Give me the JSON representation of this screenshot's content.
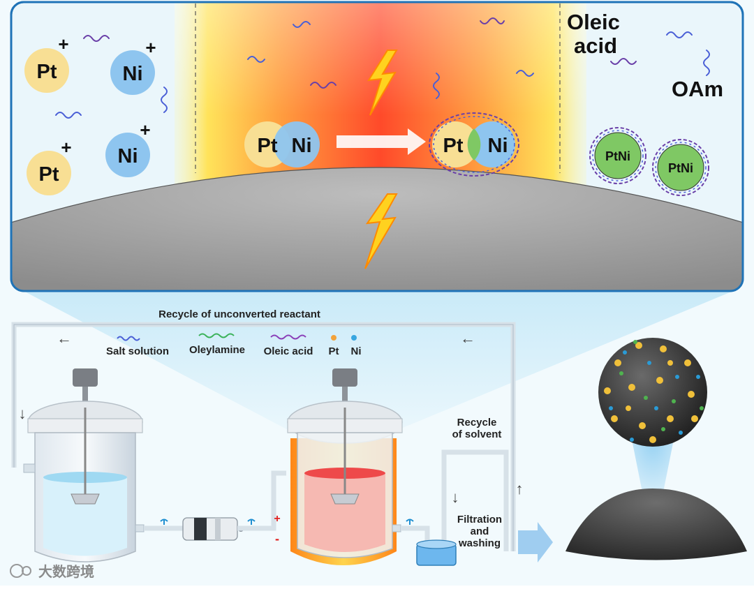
{
  "colors": {
    "panel_border": "#1f73b7",
    "panel_bg": "#eaf6fb",
    "heat_red": "#ff4a2a",
    "heat_yellow": "#ffe35a",
    "pt_fill": "#f8df94",
    "ni_fill": "#8ec5ef",
    "alloy_fill": "#7fc864",
    "substrate_gray": "#a8a8a8",
    "pipe": "#d7e1e8"
  },
  "ions": {
    "pt_label": "Pt",
    "ni_label": "Ni",
    "charge": "+"
  },
  "reaction": {
    "reactant_pt": "Pt",
    "reactant_ni": "Ni",
    "product_pt": "Pt",
    "product_ni": "Ni"
  },
  "ligands": {
    "oleic_acid_line1": "Oleic",
    "oleic_acid_line2": "acid",
    "oam": "OAm"
  },
  "particles": {
    "alloy_label": "PtNi"
  },
  "process": {
    "recycle_reactant": "Recycle of unconverted reactant",
    "recycle_solvent_line1": "Recycle",
    "recycle_solvent_line2": "of solvent",
    "filtration_line1": "Filtration",
    "filtration_line2": "and",
    "filtration_line3": "washing",
    "arrow_left": "←",
    "arrow_down": "↓",
    "arrow_up": "↑",
    "plus_sign": "+",
    "minus_sign": "-"
  },
  "legend": {
    "salt_solution": "Salt solution",
    "oleylamine": "Oleylamine",
    "oleic_acid": "Oleic acid",
    "pt": "Pt",
    "ni": "Ni"
  },
  "watermark": {
    "text": "大数跨境"
  }
}
